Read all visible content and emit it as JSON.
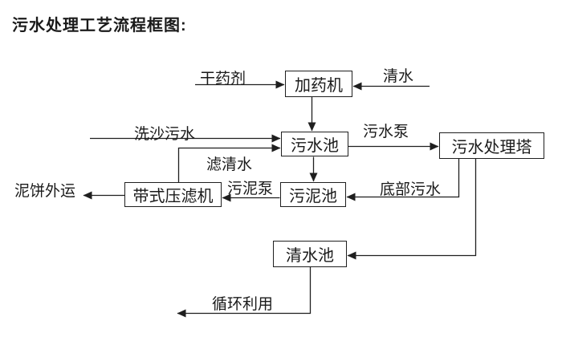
{
  "title": "污水处理工艺流程框图:",
  "nodes": {
    "dosing_machine": "加药机",
    "sewage_pool": "污水池",
    "treatment_tower": "污水处理塔",
    "sludge_pool": "污泥池",
    "belt_filter_press": "带式压滤机",
    "clean_water_pool": "清水池"
  },
  "flow_labels": {
    "dry_agent": "干药剂",
    "clean_water": "清水",
    "sand_washing_sewage": "洗沙污水",
    "sewage_pump": "污水泵",
    "filtered_water": "滤清水",
    "mud_cake_out": "泥饼外运",
    "sludge_pump": "污泥泵",
    "bottom_sewage": "底部污水",
    "recycle_use": "循环利用"
  }
}
